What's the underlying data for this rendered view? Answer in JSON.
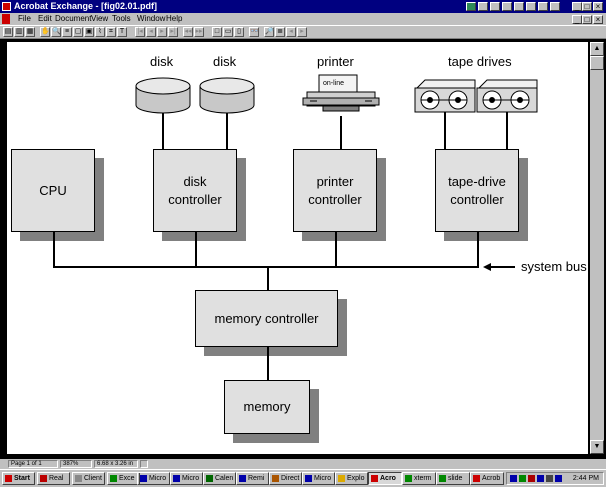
{
  "window": {
    "title": "Acrobat Exchange - [fig02.01.pdf]"
  },
  "menu": {
    "items": [
      "File",
      "Edit",
      "Document",
      "View",
      "Tools",
      "Window",
      "Help"
    ]
  },
  "diagram": {
    "disk_label_1": "disk",
    "disk_label_2": "disk",
    "printer_label": "printer",
    "printer_panel": "on-line",
    "tape_label": "tape drives",
    "cpu": "CPU",
    "disk_controller": [
      "disk",
      "controller"
    ],
    "printer_controller": [
      "printer",
      "controller"
    ],
    "tape_controller": [
      "tape-drive",
      "controller"
    ],
    "system_bus": "system bus",
    "memory_controller": "memory controller",
    "memory": "memory"
  },
  "status": {
    "page": "Page 1 of 1",
    "zoom": "387%",
    "size": "6.68 x 3.26 in"
  },
  "taskbar": {
    "start": "Start",
    "tasks": [
      "Real",
      "Client",
      "Exce",
      "Micro",
      "Micro",
      "Calen",
      "Remi",
      "Direct",
      "Micro",
      "Explo",
      "Acro",
      "xterm",
      "slide",
      "Acrob"
    ],
    "clock": "2:44 PM"
  },
  "colors": {
    "titlebar": "#000080",
    "chrome": "#c0c0c0",
    "box_fill": "#e0e0e0",
    "shadow": "#808080"
  }
}
